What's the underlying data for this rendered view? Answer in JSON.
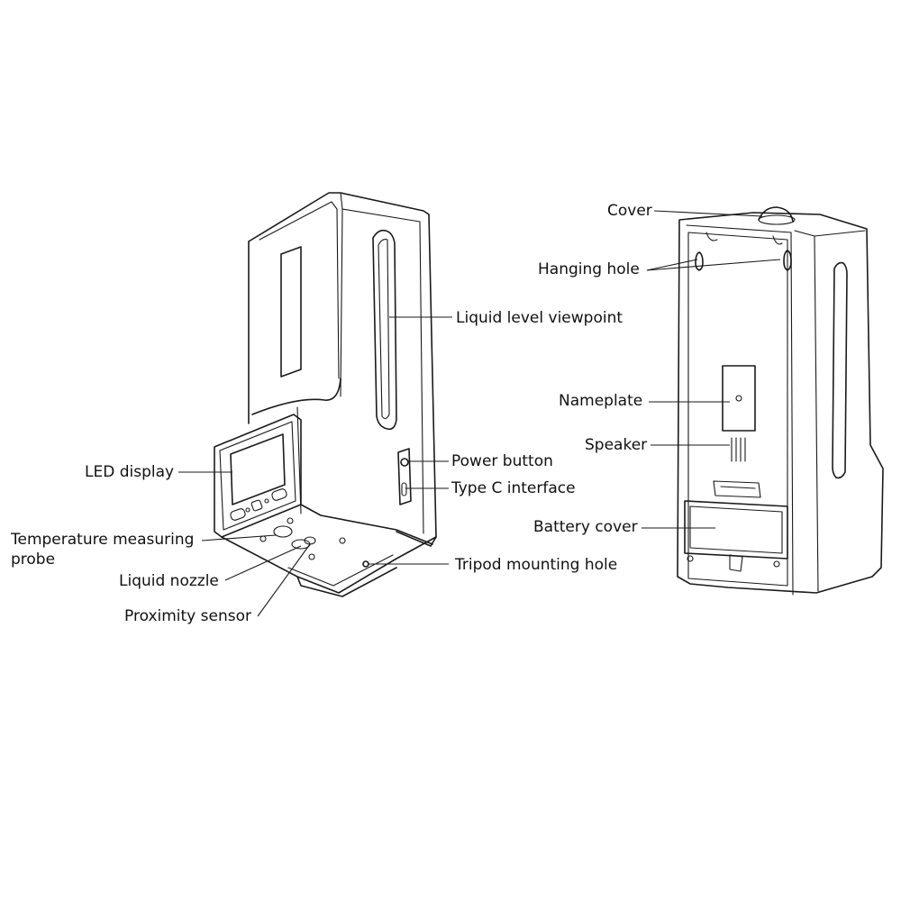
{
  "labels": {
    "liquid_level": "Liquid level viewpoint",
    "led_display": "LED display",
    "power_button": "Power button",
    "type_c": "Type C interface",
    "temp_probe_line1": "Temperature measuring",
    "temp_probe_line2": "probe",
    "liquid_nozzle": "Liquid nozzle",
    "tripod_hole": "Tripod mounting hole",
    "proximity_sensor": "Proximity sensor",
    "cover": "Cover",
    "hanging_hole": "Hanging hole",
    "nameplate": "Nameplate",
    "speaker": "Speaker",
    "battery_cover": "Battery cover"
  },
  "colors": {
    "line": "#1a1a1a",
    "background": "#ffffff"
  }
}
